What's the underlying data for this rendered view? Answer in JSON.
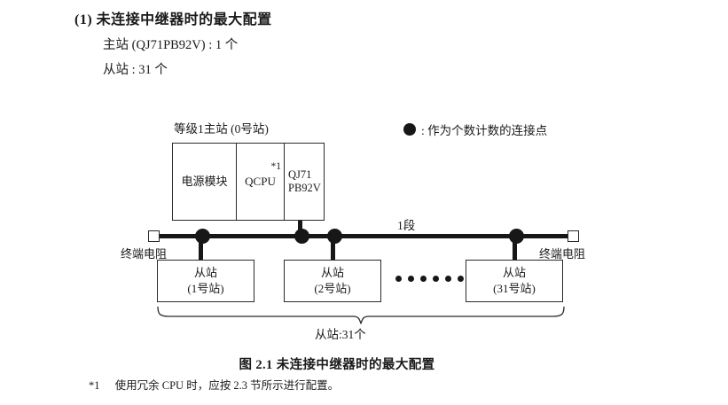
{
  "heading": {
    "number": "(1)",
    "title": "未连接中继器时的最大配置",
    "spec_master": "主站 (QJ71PB92V) : 1 个",
    "spec_slave": "从站 : 31 个"
  },
  "legend": {
    "symbol": "filled-circle",
    "text": ": 作为个数计数的连接点"
  },
  "diagram": {
    "master_label": "等级1主站 (0号站)",
    "master_cells": {
      "power": "电源模块",
      "cpu": "QCPU",
      "cpu_footnote": "*1",
      "network_line1": "QJ71",
      "network_line2": "PB92V"
    },
    "segment_label": "1段",
    "terminator_left": "终端电阻",
    "terminator_right": "终端电阻",
    "slaves": [
      {
        "name": "从站",
        "station": "(1号站)"
      },
      {
        "name": "从站",
        "station": "(2号站)"
      },
      {
        "name": "从站",
        "station": "(31号站)"
      }
    ],
    "ellipsis_dot_count": 6,
    "brace_label": "从站:31个",
    "connection_dot_count": 4
  },
  "caption": "图 2.1  未连接中继器时的最大配置",
  "footnote": {
    "mark": "*1",
    "text": "使用冗余 CPU 时，应按 2.3 节所示进行配置。"
  },
  "colors": {
    "ink": "#171717",
    "line": "#2a2a2a",
    "background": "#ffffff"
  }
}
